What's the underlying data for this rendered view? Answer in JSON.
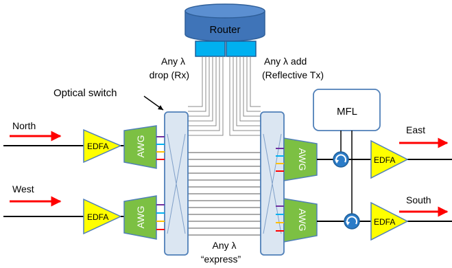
{
  "router": {
    "label": "Router"
  },
  "labels": {
    "drop_line1": "Any λ",
    "drop_line2": "drop (Rx)",
    "add_line1": "Any λ add",
    "add_line2": "(Reflective Tx)",
    "optical_switch": "Optical switch",
    "express_line1": "Any λ",
    "express_line2": "“express”",
    "mfl": "MFL"
  },
  "directions": {
    "north": "North",
    "west": "West",
    "east": "East",
    "south": "South"
  },
  "components": {
    "edfa": "EDFA",
    "awg": "AWG"
  },
  "colors": {
    "router_fill": "#3f74b8",
    "port_fill": "#00b0f0",
    "edfa_fill": "#ffff00",
    "awg_fill": "#7cc043",
    "switch_fill": "#dbe6f2",
    "circulator_fill": "#2b7cc8",
    "arrow": "#ff0000",
    "fiber_colors": [
      "#7030a0",
      "#00b0f0",
      "#ffc000",
      "#ff0000"
    ]
  }
}
